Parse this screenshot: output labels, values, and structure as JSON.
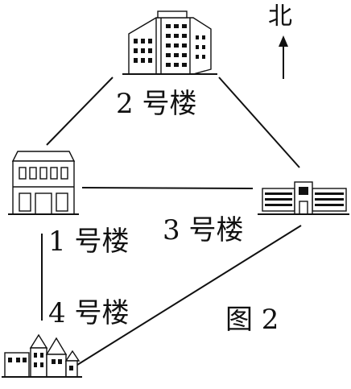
{
  "labels": {
    "building2": "2 号楼",
    "building1": "1 号楼",
    "building3": "3 号楼",
    "building4": "4 号楼",
    "north": "北",
    "figure": "图 2"
  },
  "colors": {
    "ink": "#111111",
    "paper": "#ffffff"
  },
  "icons": [
    "north-arrow-icon",
    "office-building-icon",
    "two-story-building-icon",
    "long-building-icon",
    "house-building-icon"
  ]
}
